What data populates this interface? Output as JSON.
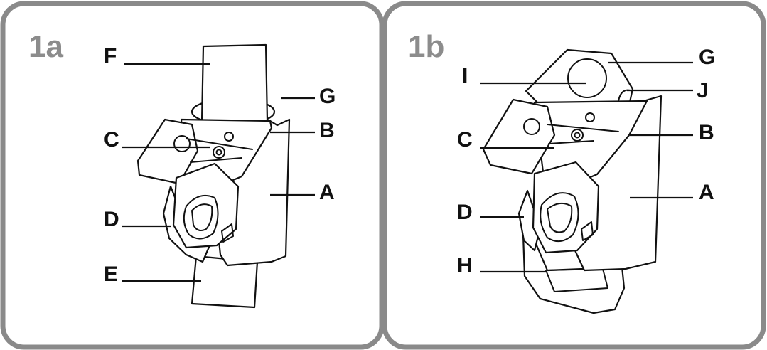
{
  "colors": {
    "frame": "#8a8a8a",
    "panel_label": "#8c8c8c",
    "line": "#111111"
  },
  "panels": {
    "a": {
      "label": "1a",
      "callouts": {
        "F": "F",
        "G": "G",
        "C": "C",
        "B": "B",
        "A": "A",
        "D": "D",
        "E": "E"
      }
    },
    "b": {
      "label": "1b",
      "callouts": {
        "G": "G",
        "I": "I",
        "J": "J",
        "C": "C",
        "B": "B",
        "A": "A",
        "D": "D",
        "H": "H"
      }
    }
  }
}
